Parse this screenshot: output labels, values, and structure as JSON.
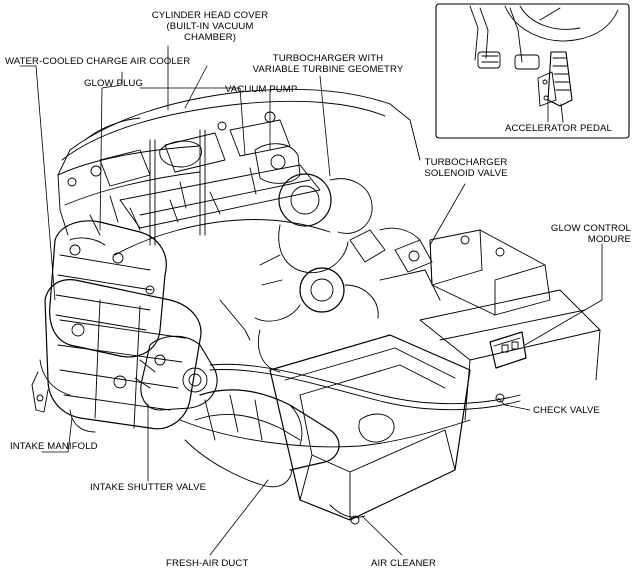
{
  "labels": {
    "cylinder_head_cover": [
      "CYLINDER HEAD COVER",
      "(BUILT-IN VACUUM",
      "CHAMBER)"
    ],
    "charge_air_cooler": "WATER-COOLED CHARGE AIR COOLER",
    "glow_plug": "GLOW PLUG",
    "vacuum_pump": "VACUUM PUMP",
    "turbocharger_vtg": [
      "TURBOCHARGER WITH",
      "VARIABLE TURBINE GEOMETRY"
    ],
    "accelerator_pedal": "ACCELERATOR PEDAL",
    "turbo_solenoid_valve": [
      "TURBOCHARGER",
      "SOLENOID VALVE"
    ],
    "glow_control_module": [
      "GLOW CONTROL",
      "MODURE"
    ],
    "check_valve": "CHECK VALVE",
    "intake_manifold": "INTAKE MANIFOLD",
    "intake_shutter_valve": "INTAKE SHUTTER VALVE",
    "fresh_air_duct": "FRESH-AIR DUCT",
    "air_cleaner": "AIR CLEANER"
  },
  "colors": {
    "line": "#000000",
    "background": "#ffffff"
  }
}
